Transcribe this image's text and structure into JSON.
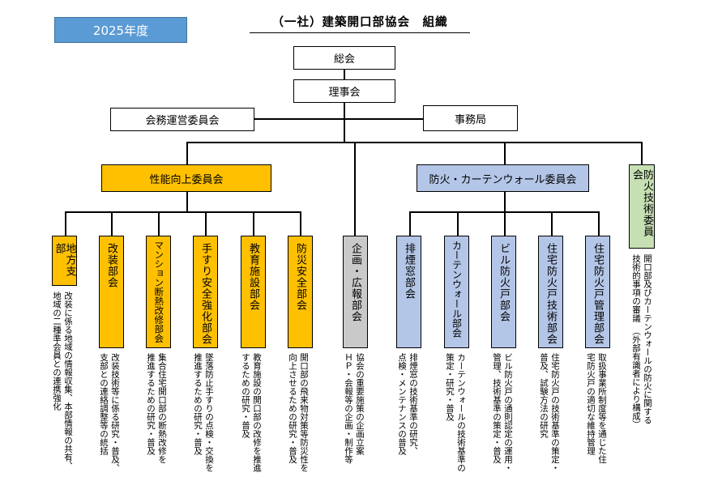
{
  "header": {
    "year": "2025年度",
    "title": "（一社）建築開口部協会　組織"
  },
  "top": {
    "general": "総会",
    "board": "理事会",
    "committee": "会務運営委員会",
    "secretariat": "事務局"
  },
  "groups": {
    "performance": "性能向上委員会",
    "fire": "防火・カーテンウォール委員会",
    "firetech": "防火技術委員会"
  },
  "units": [
    {
      "name": "地方支部",
      "desc": "改装に係る地域の情報収集、本部情報の共有、\n地域の二種準会員との連携強化"
    },
    {
      "name": "改装部会",
      "desc": "改装技術等に係る研究・普及、\n支部との連絡調整等の統括"
    },
    {
      "name": "マンション断熱改修部会",
      "desc": "集合住宅開口部の断熱改修を\n推進するための研究・普及"
    },
    {
      "name": "手すり安全強化部会",
      "desc": "墜落防止手すりの点検・交換を\n推進するための研究・普及"
    },
    {
      "name": "教育施設部会",
      "desc": "教育施設の開口部の改修を推進\nするための研究・普及"
    },
    {
      "name": "防災安全部会",
      "desc": "開口部の飛来物対策等防災性を\n向上させるための研究・普及"
    },
    {
      "name": "企画・広報部会",
      "desc": "協会の重要施策の企画立案\nＨＰ・会報等の企画・制作等"
    },
    {
      "name": "排煙窓部会",
      "desc": "排煙窓の技術基準の研究、\n点検・メンテナンスの普及"
    },
    {
      "name": "カーテンウォール部会",
      "desc": "カーテンウォールの技術基準の\n策定・研究・普及"
    },
    {
      "name": "ビル防火戸部会",
      "desc": "ビル防火戸の通則認定の運用・\n管理、技術基準の策定・普及"
    },
    {
      "name": "住宅防火戸技術部会",
      "desc": "住宅防火戸の技術基準の策定・\n普及、試験方法の研究"
    },
    {
      "name": "住宅防火戸管理部会",
      "desc": "取扱事業所制度等を通じた住\n宅防火戸の適切な維持管理"
    }
  ],
  "firetech_desc": "開口部及びカーテンウォールの防火に関する\n技術的事項の審議　（外部有識者により構成）",
  "colors": {
    "performance": "#ffc000",
    "fire": "#b4c6e7",
    "planning": "#c9c9c9",
    "firetech": "#c6e0b4",
    "badge": "#5b9bd5"
  }
}
